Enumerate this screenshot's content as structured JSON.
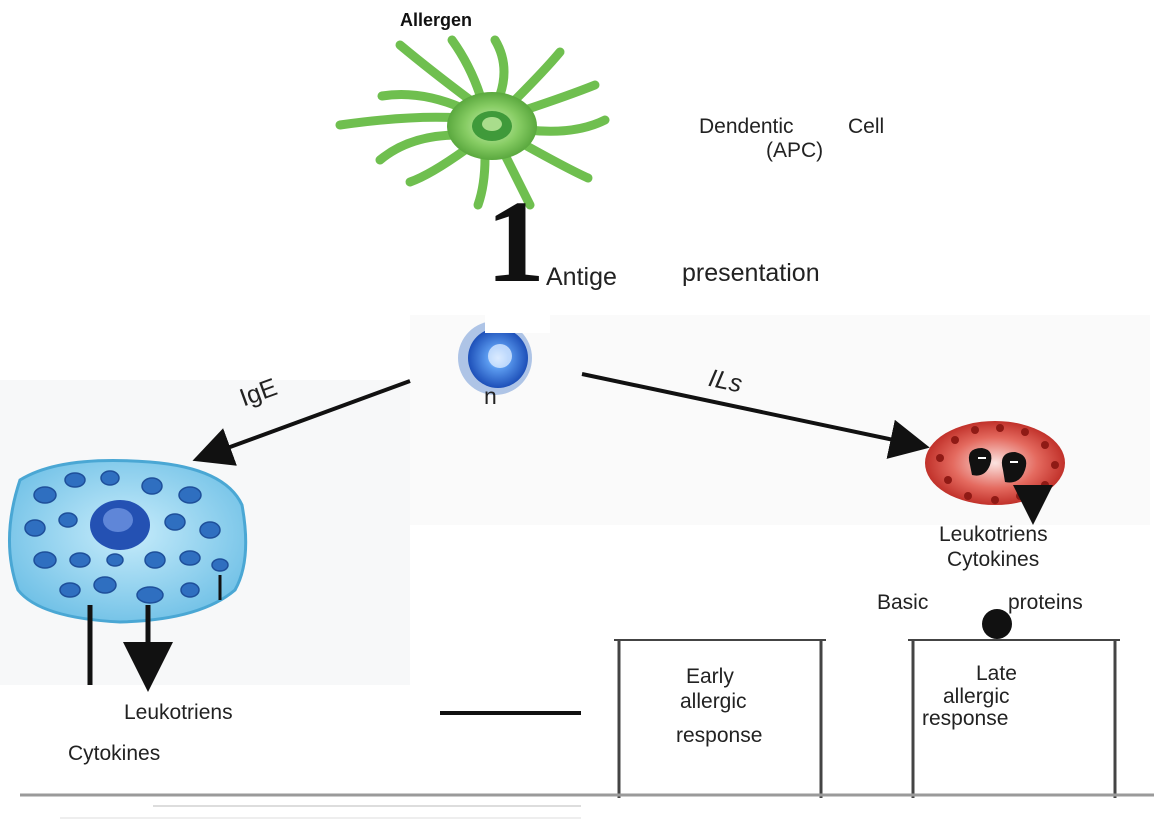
{
  "labels": {
    "allergen": "Allergen",
    "dendritic_line1": "Dendentic",
    "dendritic_cell": "Cell",
    "dendritic_line2": "(APC)",
    "step_number": "1",
    "antigen_word": "Antige",
    "antigen_suffix": "n",
    "presentation": "presentation",
    "ige": "IgE",
    "ils": "ILs",
    "right_products_line1": "Leukotriens",
    "right_products_line2": "Cytokines",
    "basic": "Basic",
    "proteins": "proteins",
    "left_products_line1": "Leukotriens",
    "left_products_line2": "Cytokines",
    "early_line1": "Early",
    "early_line2": "allergic",
    "early_line3": "response",
    "late_line1": "Late",
    "late_line2": "allergic",
    "late_line3": "response"
  },
  "colors": {
    "dendritic_cell": "#7cc35a",
    "t_cell": "#2d6fd6",
    "mast_cell": "#7ec8ea",
    "eosinophil": "#d8342f",
    "arrow": "#111111",
    "box": "#444444",
    "baseline": "#9a9a9a"
  },
  "icons": [
    "dendritic-cell-icon",
    "t-cell-icon",
    "mast-cell-icon",
    "eosinophil-icon"
  ]
}
